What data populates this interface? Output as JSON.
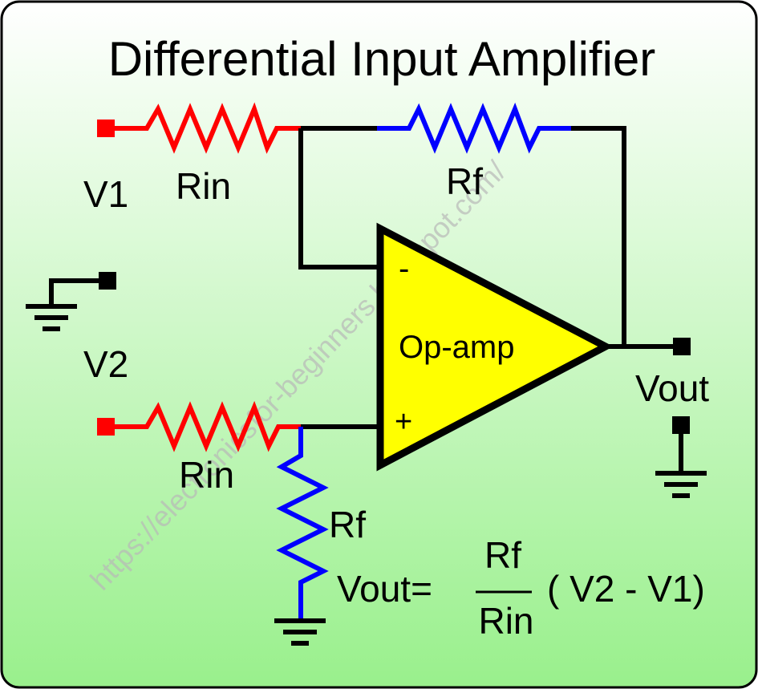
{
  "title": "Differential Input Amplifier",
  "watermark": "https://electronicsfor-beginners.blogspot.com/",
  "labels": {
    "v1": "V1",
    "v2": "V2",
    "rin_top": "Rin",
    "rin_bottom": "Rin",
    "rf_top": "Rf",
    "rf_bottom": "Rf",
    "opamp": "Op-amp",
    "minus": "-",
    "plus": "+",
    "vout": "Vout"
  },
  "formula": {
    "lhs": "Vout=",
    "numerator": "Rf",
    "denominator": "Rin",
    "rhs": "( V2 - V1)"
  },
  "colors": {
    "background_top": "#ffffff",
    "background_bottom": "#99f08c",
    "input_resistor": "#ff0000",
    "feedback_resistor": "#0000ff",
    "opamp_fill": "#ffff00",
    "wire": "#000000"
  }
}
